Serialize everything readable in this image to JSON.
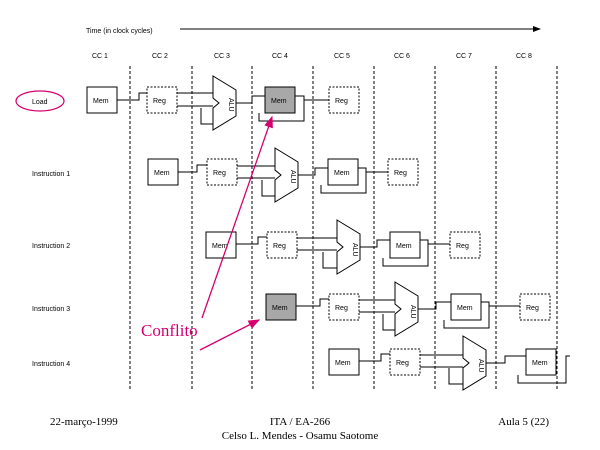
{
  "header": {
    "time_label": "Time (in clock cycles)",
    "cycles": [
      "CC 1",
      "CC 2",
      "CC 3",
      "CC 4",
      "CC 5",
      "CC 6",
      "CC 7",
      "CC 8"
    ]
  },
  "rows": [
    {
      "label": "Load",
      "circled": true
    },
    {
      "label": "Instruction 1",
      "circled": false
    },
    {
      "label": "Instruction 2",
      "circled": false
    },
    {
      "label": "Instruction 3",
      "circled": false
    },
    {
      "label": "Instruction 4",
      "circled": false
    }
  ],
  "units": {
    "mem": "Mem",
    "reg": "Reg",
    "alu": "ALU"
  },
  "annotation": {
    "label": "Conflito",
    "color": "#d4006f"
  },
  "footer": {
    "date": "22-março-1999",
    "course": "ITA / EA-266",
    "authors": "Celso L. Mendes - Osamu Saotome",
    "lecture": "Aula 5 (22)"
  }
}
